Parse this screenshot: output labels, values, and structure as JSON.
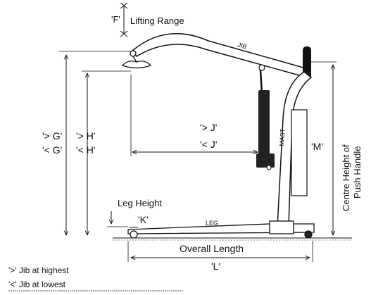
{
  "labels": {
    "f": "'F'",
    "lifting_range": "Lifting Range",
    "jib": "JIB",
    "mast": "MAST",
    "leg": "LEG",
    "g_high": "'> G'",
    "g_low": "'< G'",
    "h_high": "'> H'",
    "h_low": "'< H'",
    "j_high": "'> J'",
    "j_low": "'< J'",
    "m": "'M'",
    "leg_height": "Leg Height",
    "k": "'K'",
    "overall_length": "Overall Length",
    "l": "'L'",
    "centre_height_line1": "Centre Height of",
    "centre_height_line2": "Push Handle"
  },
  "legend": {
    "highest": "'>' Jib at highest",
    "lowest": "'<' Jib at lowest"
  },
  "colors": {
    "line": "#111111",
    "ram": "#222222",
    "fill": "#ffffff"
  }
}
